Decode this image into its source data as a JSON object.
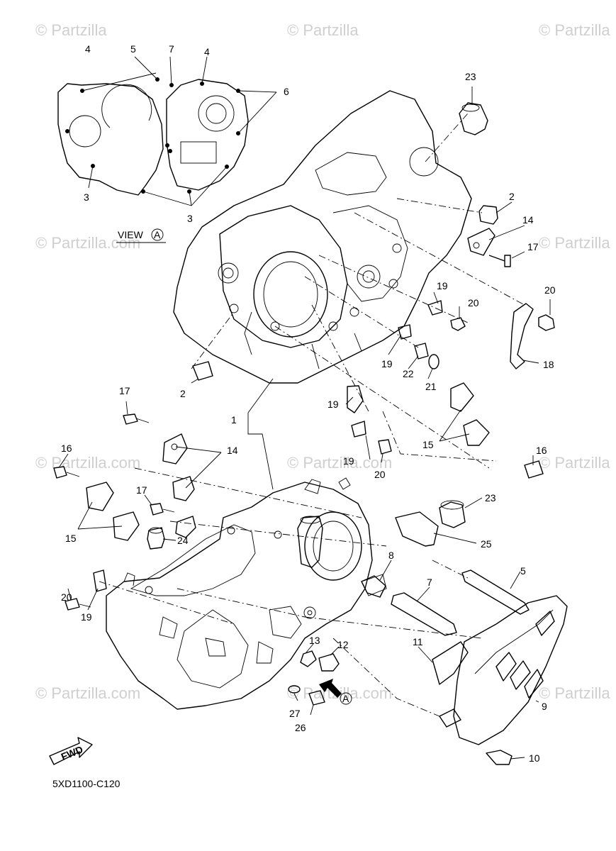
{
  "diagram": {
    "code": "5XD1100-C120",
    "view_label": "VIEW",
    "view_letter": "A",
    "fwd_label": "FWD",
    "arrow_letter": "A",
    "watermark": "© Partzilla",
    "watermark_com": "© Partzilla.com"
  },
  "callouts": [
    "1",
    "2",
    "3",
    "4",
    "5",
    "6",
    "7",
    "8",
    "9",
    "10",
    "11",
    "12",
    "13",
    "14",
    "15",
    "16",
    "17",
    "18",
    "19",
    "20",
    "21",
    "22",
    "23",
    "24",
    "25",
    "26",
    "27"
  ]
}
